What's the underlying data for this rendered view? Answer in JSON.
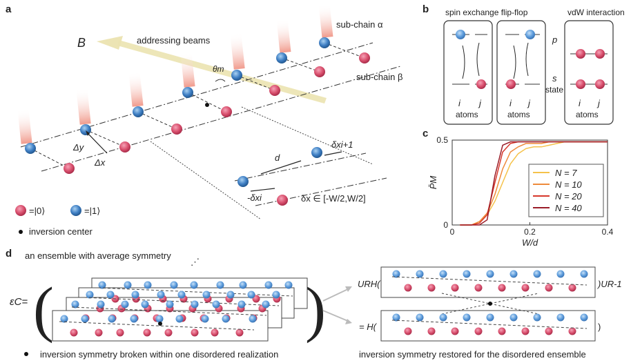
{
  "panel_a": {
    "label": "a",
    "field_label": "B",
    "beams_label": "addressing beams",
    "sub_alpha": "sub-chain α",
    "sub_beta": "sub-chain β",
    "theta": "θm",
    "dy": "Δy",
    "dx": "Δx",
    "d": "d",
    "dx_i1": "δxi+1",
    "dx_i": "-δxi",
    "range": "δx ∈ [-W/2,W/2]",
    "legend_0": "=|0⟩",
    "legend_1": "=|1⟩",
    "legend_center": "inversion center"
  },
  "panel_b": {
    "label": "b",
    "title_flip": "spin exchange flip-flop",
    "title_vdw": "vdW interaction",
    "p": "p",
    "s": "s",
    "state": "state",
    "i": "i",
    "j": "j",
    "atoms": "atoms"
  },
  "panel_c": {
    "label": "c"
  },
  "panel_d": {
    "label": "d",
    "subtitle": "an ensemble with average symmetry",
    "ensemble_symbol": "εC=",
    "top_left": "URH(",
    "top_right": ")UR-1",
    "bottom_left": "= H(",
    "bottom_right": ")",
    "note_broken": "inversion symmetry broken within one disordered realization",
    "note_restored": "inversion symmetry restored for the disordered ensemble"
  },
  "colors": {
    "red_atom": "#d9506e",
    "blue_atom": "#3f7fc4",
    "beam": "#f0a090",
    "arrow": "#ebe3b0"
  },
  "chart_data": {
    "type": "line",
    "xlabel": "W/d",
    "ylabel": "P̄M",
    "xlim": [
      0,
      0.4
    ],
    "ylim": [
      0,
      0.5
    ],
    "xticks": [
      "0",
      "0.2",
      "0.4"
    ],
    "yticks": [
      "0",
      "0.5"
    ],
    "legend_position": "right",
    "series": [
      {
        "name": "N = 7",
        "color": "#f5c24a",
        "x": [
          0.02,
          0.05,
          0.07,
          0.09,
          0.11,
          0.13,
          0.15,
          0.17,
          0.19,
          0.21,
          0.23,
          0.25,
          0.27,
          0.29,
          0.31,
          0.35,
          0.4
        ],
        "y": [
          0,
          0,
          0.02,
          0.06,
          0.14,
          0.25,
          0.36,
          0.42,
          0.45,
          0.46,
          0.46,
          0.47,
          0.48,
          0.49,
          0.49,
          0.49,
          0.49
        ]
      },
      {
        "name": "N = 10",
        "color": "#ee8a3a",
        "x": [
          0.02,
          0.05,
          0.07,
          0.09,
          0.11,
          0.13,
          0.15,
          0.17,
          0.19,
          0.21,
          0.23,
          0.25,
          0.27,
          0.29,
          0.31,
          0.35,
          0.4
        ],
        "y": [
          0,
          0,
          0.02,
          0.07,
          0.18,
          0.33,
          0.43,
          0.46,
          0.48,
          0.48,
          0.48,
          0.49,
          0.49,
          0.49,
          0.49,
          0.49,
          0.49
        ]
      },
      {
        "name": "N = 20",
        "color": "#d6362a",
        "x": [
          0.02,
          0.05,
          0.07,
          0.09,
          0.11,
          0.13,
          0.15,
          0.17,
          0.19,
          0.21,
          0.23,
          0.25,
          0.27,
          0.29,
          0.31,
          0.35,
          0.4
        ],
        "y": [
          0,
          0,
          0.01,
          0.06,
          0.25,
          0.43,
          0.48,
          0.49,
          0.49,
          0.49,
          0.49,
          0.49,
          0.49,
          0.49,
          0.49,
          0.49,
          0.49
        ]
      },
      {
        "name": "N = 40",
        "color": "#9a1c28",
        "x": [
          0.02,
          0.05,
          0.07,
          0.09,
          0.11,
          0.13,
          0.15,
          0.17,
          0.19,
          0.21,
          0.23,
          0.25,
          0.27,
          0.29,
          0.31,
          0.35,
          0.4
        ],
        "y": [
          0,
          0,
          0,
          0.03,
          0.29,
          0.47,
          0.49,
          0.49,
          0.49,
          0.49,
          0.49,
          0.49,
          0.49,
          0.49,
          0.49,
          0.49,
          0.49
        ]
      }
    ]
  }
}
